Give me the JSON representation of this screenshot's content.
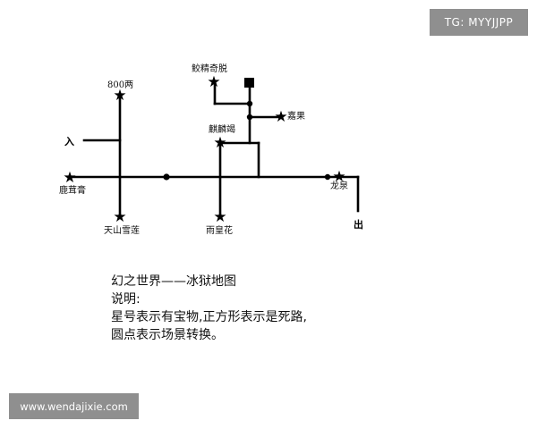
{
  "watermarks": {
    "top_right": "TG: MYYJJPP",
    "bottom_left": "www.wendajixie.com"
  },
  "map": {
    "labels": {
      "entrance": "入",
      "exit": "出",
      "star_800": "800两",
      "star_lurongqing": "鹿茸膏",
      "star_tianshan": "天山雪莲",
      "star_yuhuanghua": "雨皇花",
      "star_qilin": "麒麟竭",
      "star_jiaojing": "鲛精奇脱",
      "star_jiaguo": "嘉果",
      "star_longquan": "龙泉"
    },
    "legend_symbols": {
      "star": "treasure",
      "square": "dead-end",
      "dot": "scene-transition"
    }
  },
  "legend": {
    "title": "幻之世界——冰狱地图",
    "heading": "说明:",
    "line1": "星号表示有宝物,正方形表示是死路,",
    "line2": "圆点表示场景转换。"
  }
}
